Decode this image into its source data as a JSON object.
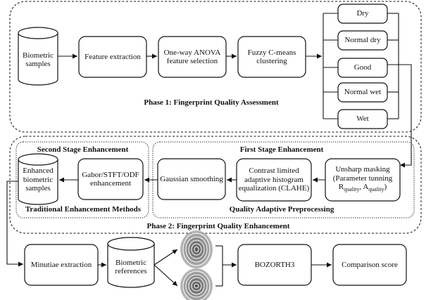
{
  "phase1": {
    "title": "Phase 1: Fingerprint Quality Assessment",
    "biometric_samples": "Biometric samples",
    "feature_extraction": "Feature extraction",
    "anova": "One-way ANOVA feature selection",
    "fcm": "Fuzzy C-means clustering",
    "classes": [
      "Dry",
      "Normal dry",
      "Good",
      "Normal wet",
      "Wet"
    ]
  },
  "phase2": {
    "title": "Phase 2: Fingerprint Quality Enhancement",
    "second_stage_title": "Second Stage Enhancement",
    "first_stage_title": "First Stage Enhancement",
    "traditional_caption": "Traditional Enhancement Methods",
    "adaptive_caption": "Quality Adaptive Preprocessing",
    "enhanced_samples": "Enhanced biometric samples",
    "gabor": "Gabor/STFT/ODF enhancement",
    "gaussian": "Gaussian smoothing",
    "clahe": "Contrast limited adaptive histogram equalization (CLAHE)",
    "unsharp_line1": "Unsharp masking",
    "unsharp_line2": "(Parameter tunning",
    "r_quality": "R",
    "a_quality": "A",
    "quality_sub": "quality"
  },
  "matching": {
    "minutiae": "Minutiae extraction",
    "references": "Biometric references",
    "bozorth": "BOZORTH3",
    "score": "Comparison score"
  }
}
